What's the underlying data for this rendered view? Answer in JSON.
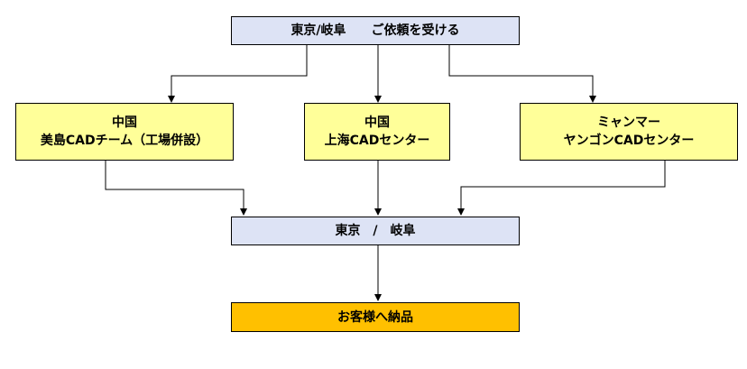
{
  "colors": {
    "tokyo_box": "#dde3f5",
    "site_box": "#ffff99",
    "delivery_box": "#ffc000",
    "line": "#000000"
  },
  "top_box": {
    "text": "東京/岐阜　　ご依頼を受ける"
  },
  "sites": [
    {
      "line1": "中国",
      "line2": "美島CADチーム（工場併設）"
    },
    {
      "line1": "中国",
      "line2": "上海CADセンター"
    },
    {
      "line1": "ミャンマー",
      "line2": "ヤンゴンCADセンター"
    }
  ],
  "middle_box": {
    "text": "東京　/　岐阜"
  },
  "bottom_box": {
    "text": "お客様へ納品"
  }
}
